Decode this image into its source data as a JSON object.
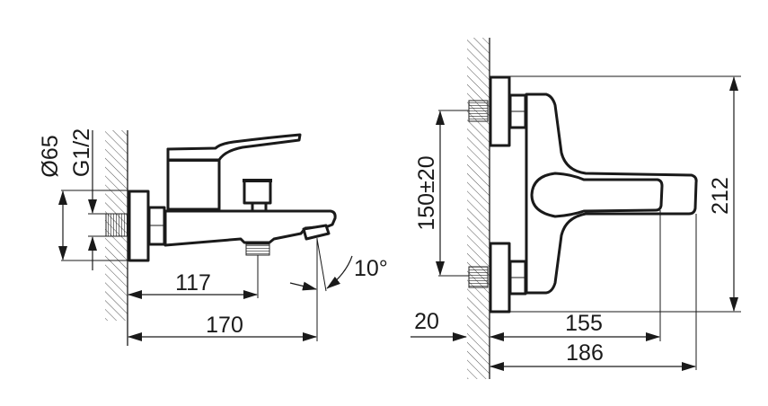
{
  "drawing_left": {
    "title": "Bath mixer side view",
    "dimensions": {
      "flange_diameter": "Ø65",
      "thread": "G1/2",
      "outlet_distance": "117",
      "spout_length": "170",
      "spout_angle": "10°"
    }
  },
  "drawing_right": {
    "title": "Bath mixer top view",
    "dimensions": {
      "centre_distance": "150±20",
      "overall_width": "212",
      "thread_depth": "20",
      "lever_reach": "155",
      "overall_depth": "186"
    }
  }
}
